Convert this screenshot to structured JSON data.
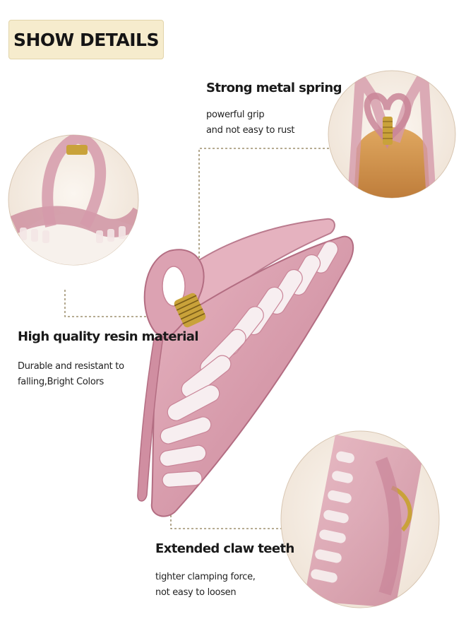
{
  "banner": {
    "label": "SHOW DETAILS"
  },
  "features": {
    "spring": {
      "title": "Strong metal spring",
      "line1": "powerful grip",
      "line2": "and not easy to rust"
    },
    "material": {
      "title": "High quality resin material",
      "line1": "Durable and resistant to",
      "line2": "falling,Bright Colors"
    },
    "teeth": {
      "title": "Extended claw teeth",
      "line1": "tighter clamping force,",
      "line2": "not easy to loosen"
    }
  },
  "colors": {
    "banner_bg": "#f6eccd",
    "clip_pink": "#d59aaa",
    "clip_edge": "#b36d82",
    "spring_gold": "#c9a23a",
    "callout_line": "#8a7a52",
    "circle_bg": "#f4ece1"
  }
}
